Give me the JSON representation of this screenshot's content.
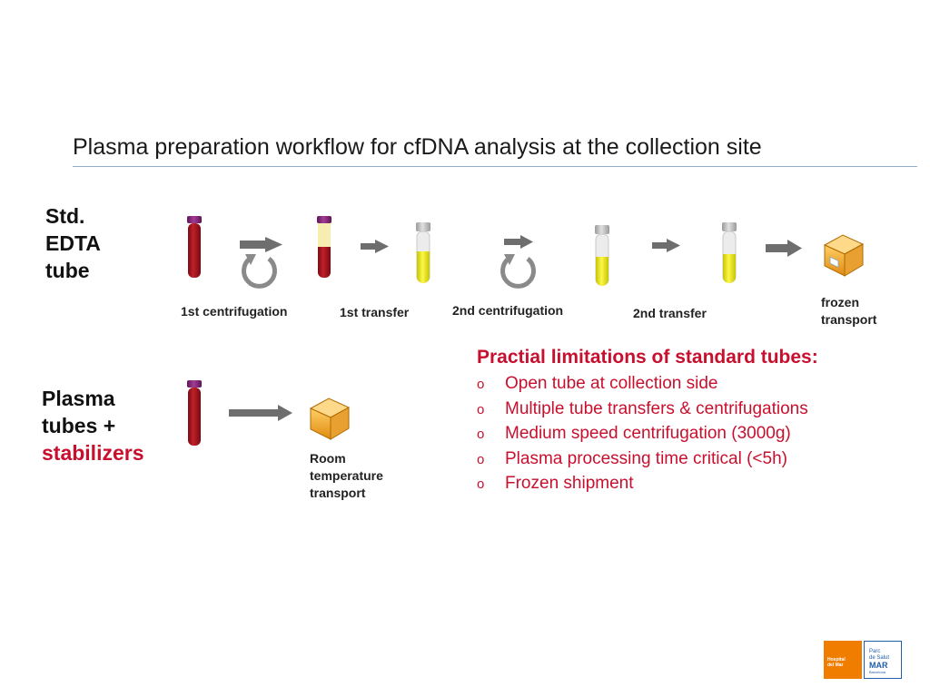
{
  "title": "Plasma preparation workflow for cfDNA analysis at the collection site",
  "rows": {
    "standard": {
      "label_lines": [
        "Std.",
        "EDTA",
        "tube"
      ]
    },
    "stabilized": {
      "label_lines": [
        "Plasma",
        "tubes +"
      ],
      "label_highlight": "stabilizers"
    }
  },
  "steps": {
    "first_centrifugation": "1st centrifugation",
    "first_transfer": "1st transfer",
    "second_centrifugation": "2nd centrifugation",
    "second_transfer": "2nd transfer",
    "frozen_transport": [
      "frozen",
      "transport"
    ],
    "room_temperature_transport": [
      "Room",
      "temperature",
      "transport"
    ]
  },
  "limitations": {
    "title": "Practial limitations of standard tubes:",
    "bullet": "o",
    "items": [
      "Open tube at collection side",
      "Multiple tube transfers & centrifugations",
      "Medium speed centrifugation (3000g)",
      "Plasma processing time critical (<5h)",
      "Frozen shipment"
    ]
  },
  "logos": {
    "hospital": [
      "Hospital",
      "del Mar"
    ],
    "parc": [
      "Parc",
      "de Salut"
    ],
    "parc_brand": "MAR",
    "parc_city": "Barcelona"
  },
  "colors": {
    "accent_red": "#c8102e",
    "blood": "#a0121c",
    "plasma": "#f2ee20",
    "cap": "#8c2a7e",
    "arrow": "#6e6e6e",
    "box": "#f0a020"
  },
  "icons": {
    "tube": "blood-tube-icon",
    "centrifuge": "circular-arrow-icon",
    "arrow": "right-arrow-icon",
    "box": "shipping-box-icon"
  }
}
